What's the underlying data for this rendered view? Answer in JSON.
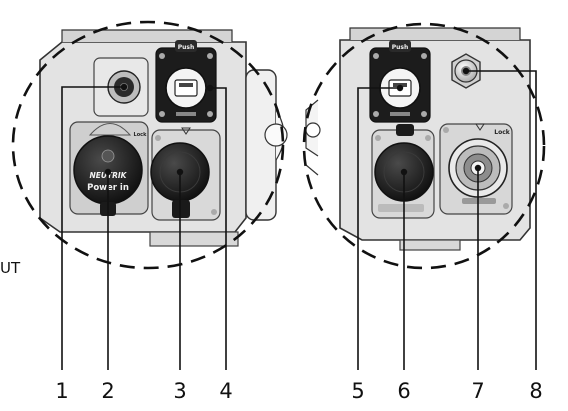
{
  "side_text": "UT",
  "left_panel": {
    "brand_text": "NEUTRIK",
    "power_label": "Power in",
    "push_text": "Push",
    "lock_text": "Lock"
  },
  "right_panel": {
    "push_text": "Push",
    "lock_text": "Lock"
  },
  "callouts": [
    {
      "label": "1",
      "part": "round-port"
    },
    {
      "label": "2",
      "part": "power-in-cap"
    },
    {
      "label": "3",
      "part": "connector-cap-left"
    },
    {
      "label": "4",
      "part": "ethercon-left"
    },
    {
      "label": "5",
      "part": "ethercon-right"
    },
    {
      "label": "6",
      "part": "connector-cap-right"
    },
    {
      "label": "7",
      "part": "powercon-socket"
    },
    {
      "label": "8",
      "part": "cable-gland"
    }
  ]
}
